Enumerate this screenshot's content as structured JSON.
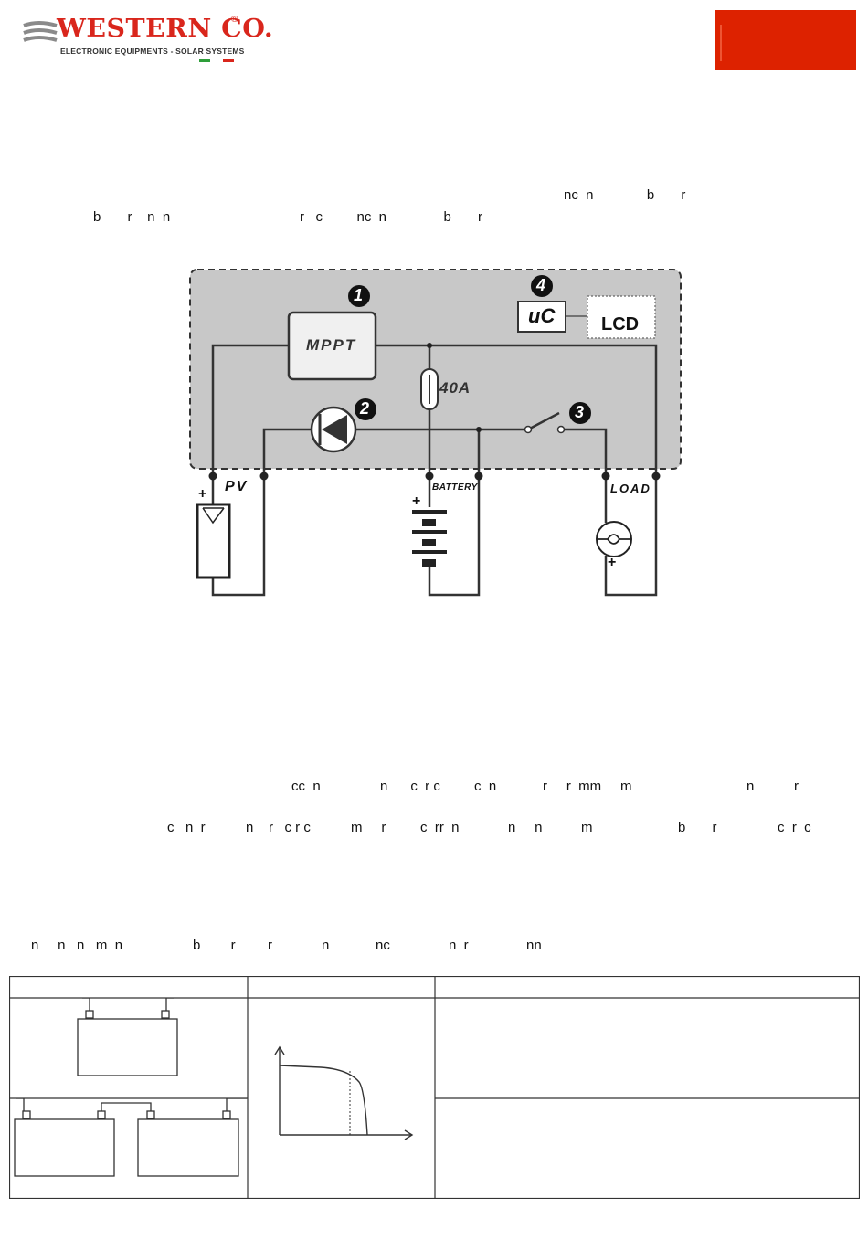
{
  "header": {
    "brand": "WESTERN CO.",
    "registered": "®",
    "tagline": "ELECTRONIC EQUIPMENTS - SOLAR SYSTEMS",
    "flag_colors": [
      "#2e9e3a",
      "#ffffff",
      "#d9261c"
    ],
    "badge_color": "#dd2200"
  },
  "intro_fragments": {
    "line1": "nc  n              b       r",
    "line2_a": "b       r    n  n",
    "line2_b": "r   c         nc  n               b       r"
  },
  "diagram": {
    "mppt_label": "MPPT",
    "uc_label": "uC",
    "lcd_label": "LCD",
    "fuse_label": "40A",
    "pv_label": "PV",
    "battery_label": "BATTERY",
    "load_label": "LOAD",
    "plus": "+",
    "markers": [
      "1",
      "2",
      "3",
      "4"
    ]
  },
  "mid_fragments": {
    "line1_a": "cc  n",
    "line1_b": "n      c  r c",
    "line1_c": "c  n",
    "line1_d": "r     r  mm     m",
    "line1_e": "n",
    "line1_f": "r",
    "line2_a": "c   n  r",
    "line2_b": "n    r   c r c",
    "line2_c": "m     r",
    "line2_d": "c  rr  n",
    "line2_e": "n     n",
    "line2_f": "m",
    "line2_g": "b       r",
    "line2_h": "c  r  c"
  },
  "bottom_fragments": {
    "line_a": "n     n   n   m  n",
    "line_b": "b        r",
    "line_c": "r",
    "line_d": "n",
    "line_e": "nc",
    "line_f": "n  r",
    "line_g": "nn"
  }
}
